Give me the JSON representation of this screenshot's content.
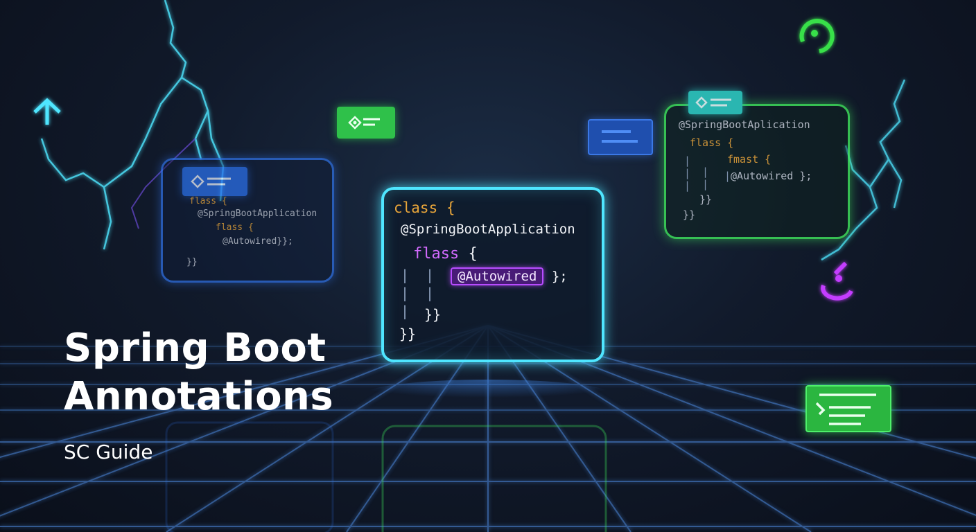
{
  "hero": {
    "title_line1": "Spring Boot",
    "title_line2": "Annotations",
    "subtitle": "SC Guide"
  },
  "main_panel": {
    "line1": "class {",
    "line2": "@SpringBootApplication",
    "line3_kw": "flass",
    "line3_brace": "{",
    "line4_annotation": "@Autowired",
    "line4_tail": "};",
    "line5": "}}",
    "line6": "}}"
  },
  "left_panel": {
    "line1": "flass {",
    "line2": "@SpringBootApplication",
    "line3": "flass {",
    "line4": "@Autowired}};",
    "line5": "}}"
  },
  "right_panel": {
    "line1": "@SpringBootAplication",
    "line2": "flass {",
    "line3": "fmast {",
    "line4": "@Autowired",
    "line4_tail": "};",
    "line5": "}}",
    "line6": "}}"
  },
  "colors": {
    "cyan": "#4fe6ff",
    "blue": "#2f6fe0",
    "green": "#3ddc5a",
    "purple": "#b84cff",
    "orange": "#e9a63a"
  }
}
